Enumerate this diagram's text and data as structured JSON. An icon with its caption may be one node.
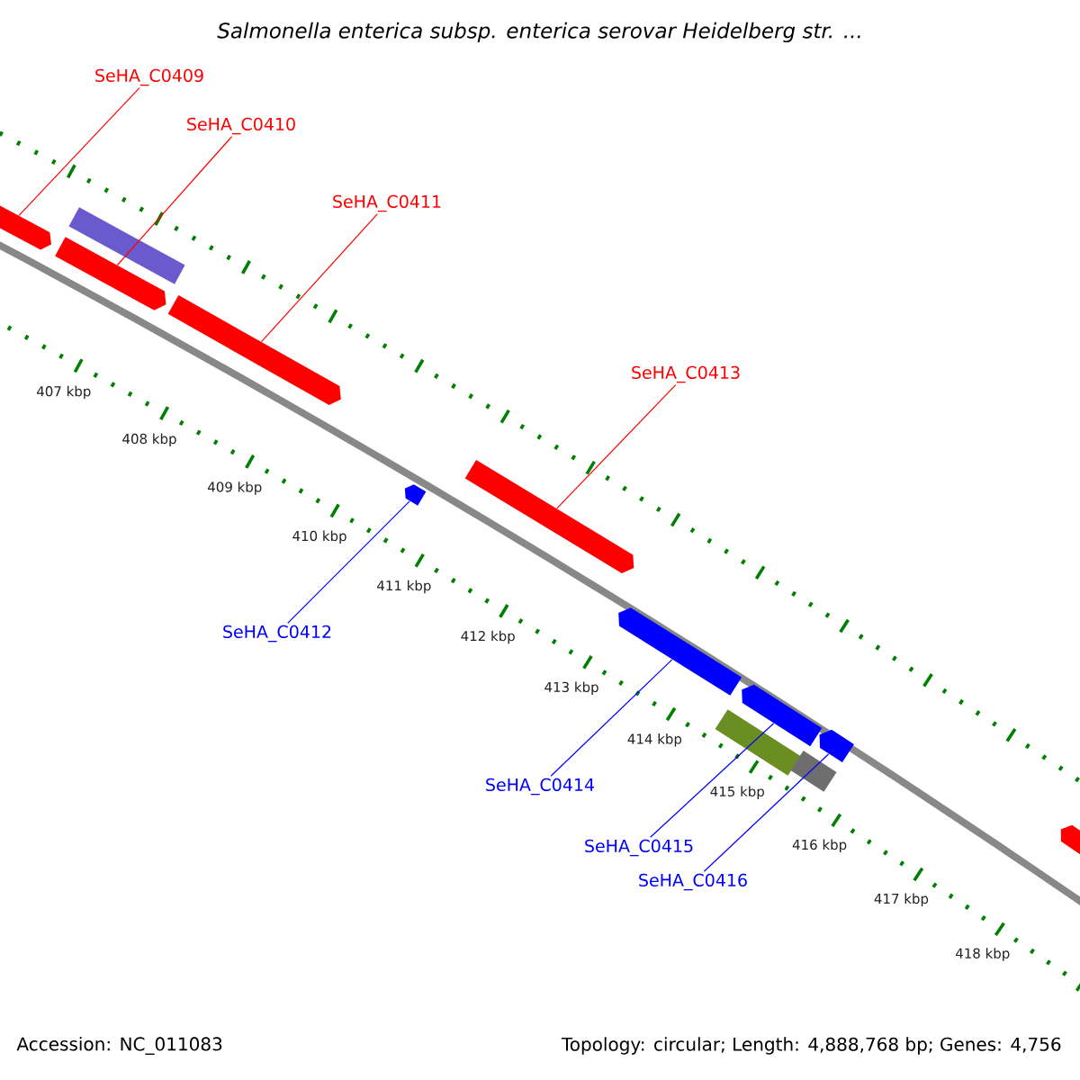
{
  "diagram": {
    "title": "Salmonella enterica subsp. enterica serovar Heidelberg str. ...",
    "nodes": [
      {
        "text": [
          "SeHA_C0409"
        ]
      },
      {
        "text": [
          "SeHA_C0410"
        ]
      },
      {
        "text": [
          "SeHA_C0411"
        ]
      },
      {
        "text": [
          "SeHA_C0413"
        ]
      },
      {
        "text": [
          "SeHA_C0412"
        ]
      },
      {
        "text": [
          "SeHA_C0414"
        ]
      },
      {
        "text": [
          "SeHA_C0415"
        ]
      },
      {
        "text": [
          "SeHA_C0416"
        ]
      },
      {
        "text": [],
        "shape": "bar"
      },
      {
        "text": [],
        "shape": "box"
      },
      {
        "text": [],
        "shape": "bar"
      },
      {
        "text": [],
        "shape": "bar"
      },
      {
        "text": [],
        "shape": "bar"
      },
      {
        "text": [],
        "shape": "bar"
      },
      {
        "text": [],
        "shape": "bar"
      },
      {
        "text": [],
        "shape": "bar"
      },
      {
        "text": [],
        "shape": "bar"
      },
      {
        "text": [],
        "shape": "box"
      },
      {
        "text": [],
        "shape": "box"
      },
      {
        "text": [],
        "shape": "bar"
      }
    ],
    "edges": [
      {
        "from": 0,
        "to": 8,
        "arrow": "none",
        "color": "#ff0000"
      },
      {
        "from": 1,
        "to": 10,
        "arrow": "none",
        "color": "#ff0000"
      },
      {
        "from": 2,
        "to": 11,
        "arrow": "none",
        "color": "#ff0000"
      },
      {
        "from": 3,
        "to": 13,
        "arrow": "none",
        "color": "#ff0000"
      },
      {
        "from": 4,
        "to": 12,
        "arrow": "none",
        "color": "#0000ff"
      },
      {
        "from": 5,
        "to": 14,
        "arrow": "none",
        "color": "#0000ff"
      },
      {
        "from": 6,
        "to": 15,
        "arrow": "none",
        "color": "#0000ff"
      },
      {
        "from": 7,
        "to": 16,
        "arrow": "none",
        "color": "#0000ff"
      }
    ],
    "labels": [
      "407 kbp",
      "408 kbp",
      "409 kbp",
      "410 kbp",
      "411 kbp",
      "412 kbp",
      "413 kbp",
      "414 kbp",
      "415 kbp",
      "416 kbp",
      "417 kbp",
      "418 kbp",
      "Accession: NC_011083",
      "Topology: circular; Length: 4,888,768 bp; Genes: 4,756"
    ]
  }
}
